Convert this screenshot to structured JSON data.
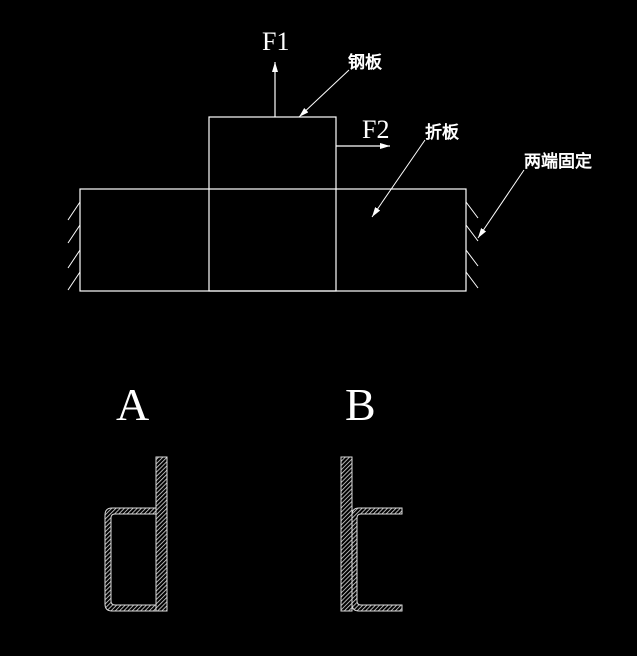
{
  "colors": {
    "background": "#000000",
    "line": "#ffffff"
  },
  "top_view": {
    "force1": "F1",
    "force2": "F2",
    "steel_plate": "钢板",
    "folded_plate": "折板",
    "fixed_both_ends": "两端固定"
  },
  "sections": {
    "a_label": "A",
    "b_label": "B"
  }
}
